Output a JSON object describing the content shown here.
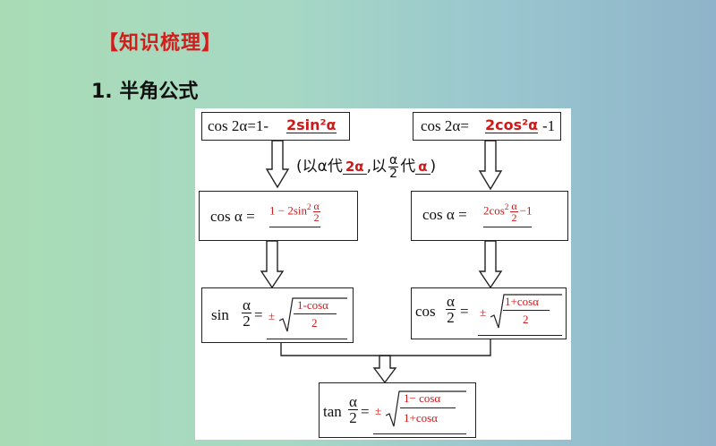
{
  "header": {
    "section_title": "【知识梳理】",
    "heading": "1. 半角公式"
  },
  "diagram": {
    "top_left": {
      "lhs": "cos 2α=1-",
      "blank": "2sin²α"
    },
    "top_right": {
      "lhs": "cos 2α=",
      "blank": "2cos²α",
      "tail": "-1"
    },
    "substitution": {
      "open": "(以α代",
      "blank1": "2α",
      "mid": ",以",
      "frac_num": "α",
      "frac_den": "2",
      "dai": "代",
      "blank2": "α",
      "close": ")"
    },
    "mid_left": {
      "lhs": "cos α =",
      "ans_pre": "1 − 2sin",
      "ans_sup": "2",
      "frac_num": "α",
      "frac_den": "2"
    },
    "mid_right": {
      "lhs": "cos α =",
      "ans_pre": "2cos",
      "ans_sup": "2",
      "frac_num": "α",
      "frac_den": "2",
      "ans_post": "−1"
    },
    "low_left": {
      "fn": "sin",
      "frac_num": "α",
      "frac_den": "2",
      "eq": "=",
      "pm": "±",
      "rad_num": "1-cosα",
      "rad_den": "2"
    },
    "low_right": {
      "fn": "cos",
      "frac_num": "α",
      "frac_den": "2",
      "eq": "=",
      "pm": "±",
      "rad_num": "1+cosα",
      "rad_den": "2"
    },
    "bottom": {
      "fn": "tan",
      "frac_num": "α",
      "frac_den": "2",
      "eq": "=",
      "pm": "±",
      "rad_num": "1− cosα",
      "rad_den": "1+cosα"
    }
  }
}
